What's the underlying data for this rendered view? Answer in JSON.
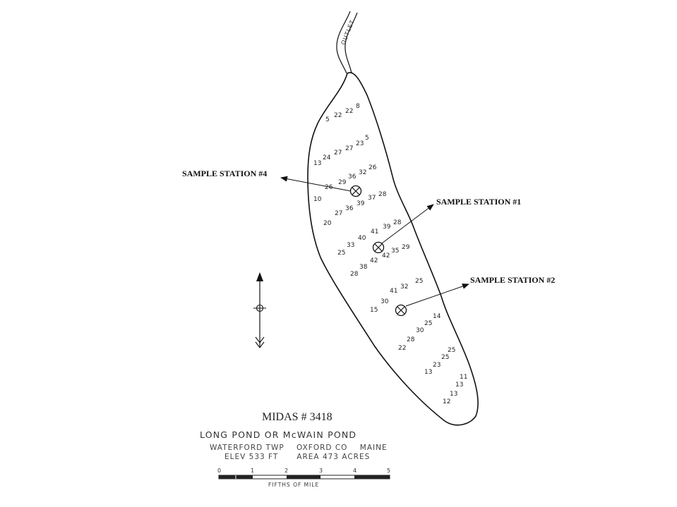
{
  "outlet_label": "OUTLET",
  "stations": [
    {
      "label": "SAMPLE STATION #4"
    },
    {
      "label": "SAMPLE STATION #1"
    },
    {
      "label": "SAMPLE STATION #2"
    }
  ],
  "depths": [
    "5",
    "22",
    "22",
    "8",
    "13",
    "24",
    "27",
    "27",
    "23",
    "5",
    "26",
    "29",
    "36",
    "32",
    "26",
    "10",
    "37",
    "28",
    "39",
    "36",
    "27",
    "20",
    "41",
    "39",
    "28",
    "40",
    "33",
    "25",
    "42",
    "35",
    "29",
    "42",
    "38",
    "28",
    "32",
    "25",
    "41",
    "30",
    "15",
    "14",
    "25",
    "30",
    "28",
    "22",
    "25",
    "25",
    "23",
    "13",
    "11",
    "13",
    "13",
    "12"
  ],
  "midas": "MIDAS # 3418",
  "title": {
    "name": "LONG POND OR McWAIN POND",
    "line2": "WATERFORD TWP    OXFORD CO    MAINE",
    "line3": "ELEV 533 FT      AREA 473 ACRES"
  },
  "scale": {
    "ticks": [
      "0",
      "1",
      "2",
      "3",
      "4",
      "5"
    ],
    "caption": "FIFTHS OF MILE"
  }
}
